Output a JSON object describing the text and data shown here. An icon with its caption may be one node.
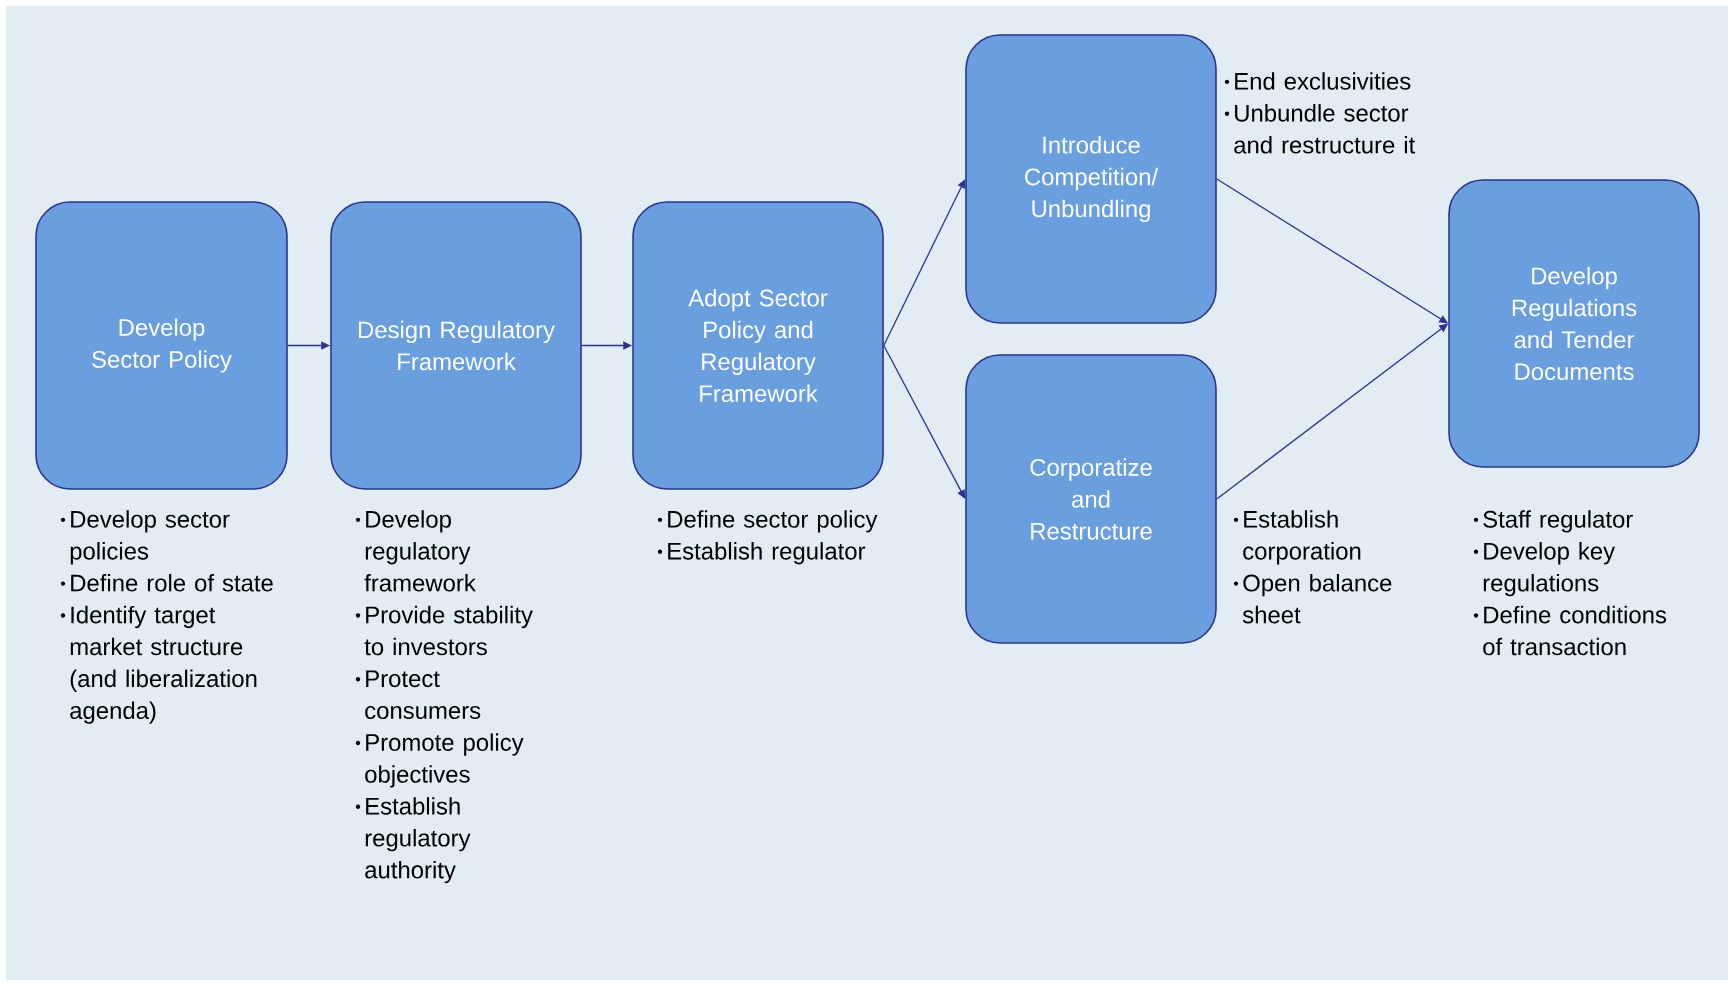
{
  "diagram": {
    "nodes": [
      {
        "text": [
          "Develop Sector Policy"
        ],
        "beside": [
          "Develop sector policies",
          "Define role of state",
          "Identify target market structure (and liberalization agenda)"
        ]
      },
      {
        "text": [
          "Design Regulatory Framework"
        ],
        "beside": [
          "Develop regulatory framework",
          "Provide stability to investors",
          "Protect consumers",
          "Promote policy objectives",
          "Establish regulatory authority"
        ]
      },
      {
        "text": [
          "Adopt Sector Policy and Regulatory Framework"
        ],
        "beside": [
          "Define sector policy",
          "Establish regulator"
        ]
      },
      {
        "text": [
          "Introduce Competition/ Unbundling"
        ],
        "beside": [
          "End exclusivities",
          "Unbundle sector and restructure it"
        ]
      },
      {
        "text": [
          "Corporatize and Restructure"
        ],
        "beside": [
          "Establish corporation",
          "Open balance sheet"
        ]
      },
      {
        "text": [
          "Develop Regulations and Tender Documents"
        ],
        "beside": [
          "Staff regulator",
          "Develop key regulations",
          "Define conditions of transaction"
        ]
      }
    ],
    "edges": [
      {
        "from": 0,
        "to": 1,
        "arrow": "to"
      },
      {
        "from": 1,
        "to": 2,
        "arrow": "to"
      },
      {
        "from": 2,
        "to": 3,
        "arrow": "to"
      },
      {
        "from": 2,
        "to": 4,
        "arrow": "to"
      },
      {
        "from": 3,
        "to": 5,
        "arrow": "to"
      },
      {
        "from": 4,
        "to": 5,
        "arrow": "to"
      }
    ]
  }
}
